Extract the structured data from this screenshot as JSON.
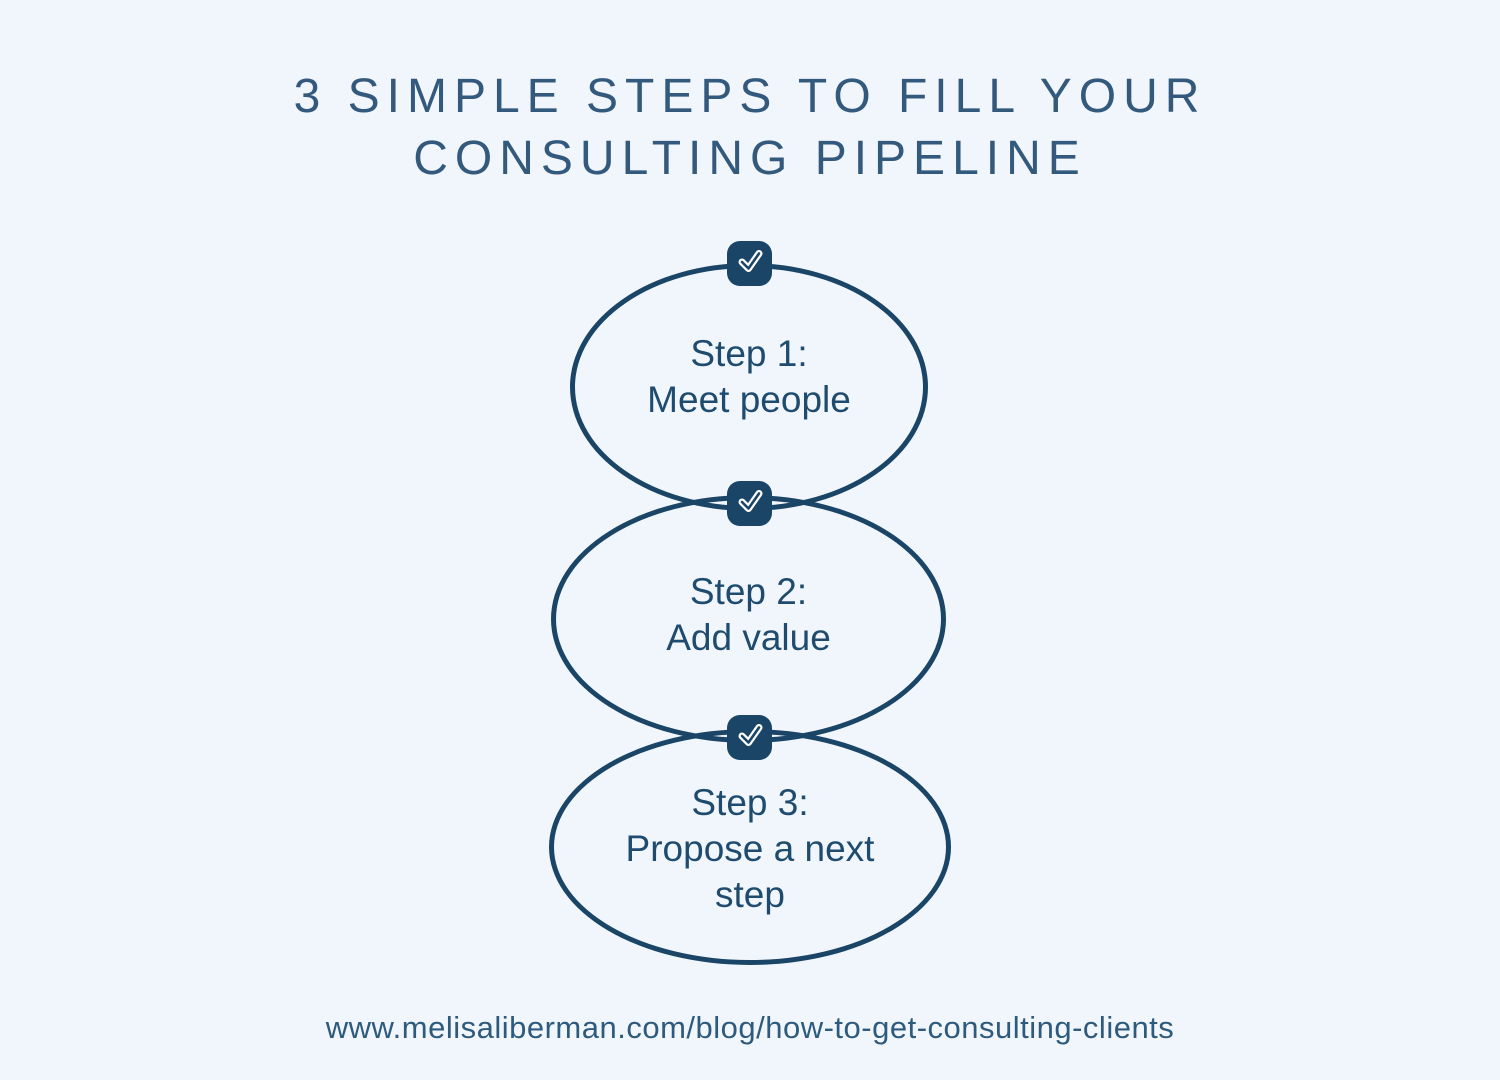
{
  "title": {
    "line1": "3 SIMPLE STEPS TO FILL YOUR",
    "line2": "CONSULTING PIPELINE"
  },
  "steps": [
    {
      "label": "Step 1:",
      "description": "Meet people"
    },
    {
      "label": "Step 2:",
      "description": "Add value"
    },
    {
      "label": "Step 3:",
      "description": "Propose a next step"
    }
  ],
  "footer": {
    "url": "www.melisaliberman.com/blog/how-to-get-consulting-clients"
  },
  "icons": {
    "badge_icon": "check-icon"
  },
  "colors": {
    "background": "#f1f6fc",
    "title_text": "#33597c",
    "outline_navy": "#1b4566",
    "step_text": "#1f4c6e",
    "footer_text": "#2e5b7d",
    "badge_check": "#ffffff"
  }
}
